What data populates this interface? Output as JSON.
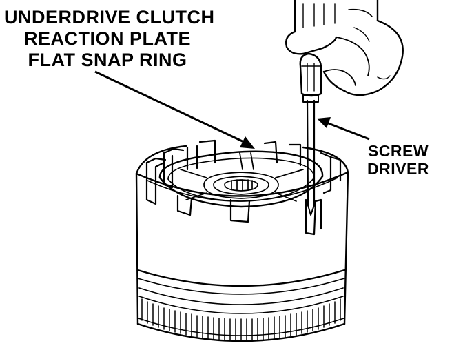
{
  "labels": {
    "snap_ring": {
      "line1": "UNDERDRIVE CLUTCH",
      "line2": "REACTION PLATE",
      "line3": "FLAT SNAP RING"
    },
    "screwdriver": {
      "line1": "SCREW",
      "line2": "DRIVER"
    }
  },
  "colors": {
    "ink": "#000000",
    "paper": "#ffffff"
  }
}
